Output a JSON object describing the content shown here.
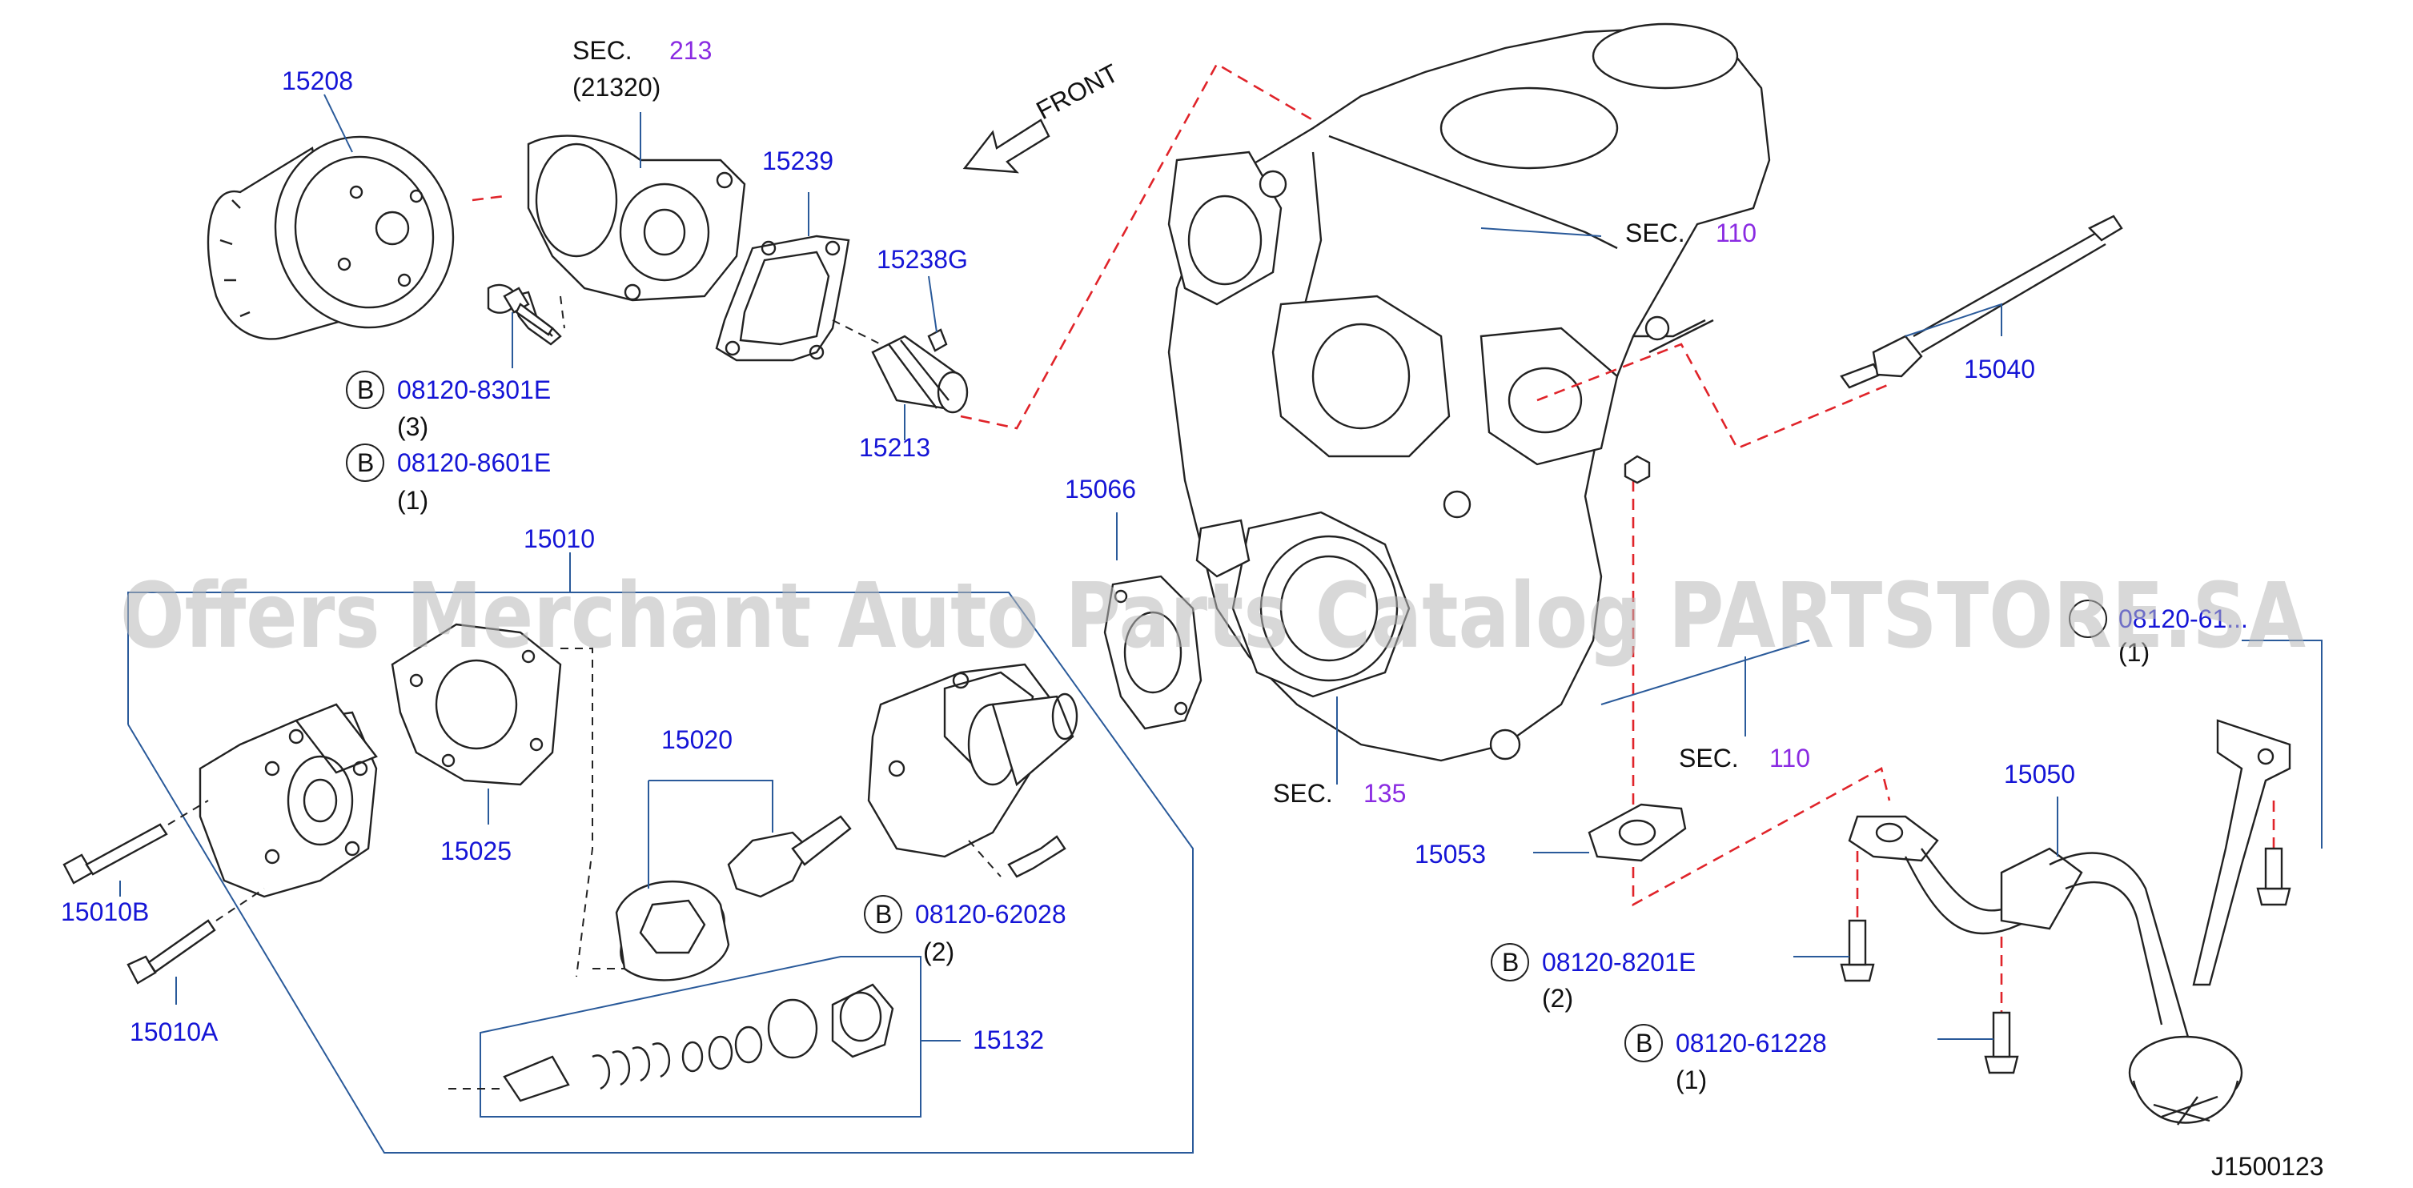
{
  "watermark": "Offers Merchant Auto Parts Catalog PARTSTORE.SA",
  "diagram_id": "J1500123",
  "front_label": "FRONT",
  "labels": {
    "p15208": "15208",
    "sec213_prefix": "SEC.",
    "sec213_num": "213",
    "sec213_sub": "(21320)",
    "p15239": "15239",
    "p15238g": "15238G",
    "p15213": "15213",
    "bolt1_code": "08120-8301E",
    "bolt1_qty": "(3)",
    "bolt2_code": "08120-8601E",
    "bolt2_qty": "(1)",
    "sec110a_prefix": "SEC.",
    "sec110a_num": "110",
    "p15040": "15040",
    "p15010": "15010",
    "p15066": "15066",
    "p15025": "15025",
    "p15020": "15020",
    "p15010b": "15010B",
    "p15010a": "15010A",
    "bolt3_code": "08120-62028",
    "bolt3_qty": "(2)",
    "p15132": "15132",
    "sec135_prefix": "SEC.",
    "sec135_num": "135",
    "sec110b_prefix": "SEC.",
    "sec110b_num": "110",
    "bolt_partial_code": "08120-61...",
    "bolt_partial_qty": "(1)",
    "p15050": "15050",
    "p15053": "15053",
    "bolt4_code": "08120-8201E",
    "bolt4_qty": "(2)",
    "bolt5_code": "08120-61228",
    "bolt5_qty": "(1)",
    "b_marker": "B"
  },
  "colors": {
    "part_number": "#1515d6",
    "section_number": "#8a2be2",
    "leader": "#2a5a9a",
    "red_dashed": "#e0242a"
  }
}
